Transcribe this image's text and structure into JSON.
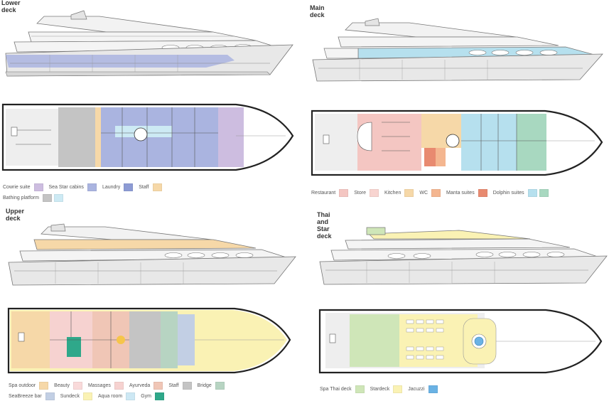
{
  "decks": [
    {
      "title": "Lower deck",
      "legend": [
        {
          "label": "Cowrie suite",
          "color": "#cdbde0"
        },
        {
          "label": "Sea Star cabins",
          "color": "#aab4e0"
        },
        {
          "label": "Laundry",
          "color": "#8d9bd4"
        },
        {
          "label": "Staff",
          "color": "#f6d8a8"
        },
        {
          "label": "Bathing platform",
          "color": "#c4c4c4"
        },
        {
          "label": "",
          "color": "#cdeaf4"
        }
      ]
    },
    {
      "title": "Main deck",
      "legend": [
        {
          "label": "Restaurant",
          "color": "#f4c6c2"
        },
        {
          "label": "Store",
          "color": "#f8d4d0"
        },
        {
          "label": "Kitchen",
          "color": "#f6d8a8"
        },
        {
          "label": "WC",
          "color": "#f4b690"
        },
        {
          "label": "Manta suites",
          "color": "#e88a70"
        },
        {
          "label": "Dolphin suites",
          "color": "#b6e0ee"
        },
        {
          "label": "",
          "color": "#a8d8c0"
        }
      ]
    },
    {
      "title": "Upper deck",
      "legend": [
        {
          "label": "Spa outdoor",
          "color": "#f6d8a8"
        },
        {
          "label": "Beauty",
          "color": "#f9dada"
        },
        {
          "label": "Massages",
          "color": "#f6d2d0"
        },
        {
          "label": "Ayurveda",
          "color": "#f0c6b6"
        },
        {
          "label": "Staff",
          "color": "#c4c4c4"
        },
        {
          "label": "Bridge",
          "color": "#b7d4c2"
        },
        {
          "label": "SeaBreeze bar",
          "color": "#c2cfe4"
        },
        {
          "label": "Sundeck",
          "color": "#faf2b4"
        },
        {
          "label": "Aqua room",
          "color": "#cde8f4"
        },
        {
          "label": "Gym",
          "color": "#2fa88a"
        }
      ]
    },
    {
      "title": "Thai and Star deck",
      "legend": [
        {
          "label": "Spa Thai deck",
          "color": "#cfe6b8"
        },
        {
          "label": "Stardeck",
          "color": "#faf2b4"
        },
        {
          "label": "Jacuzzi",
          "color": "#6ab2e4"
        }
      ]
    }
  ]
}
